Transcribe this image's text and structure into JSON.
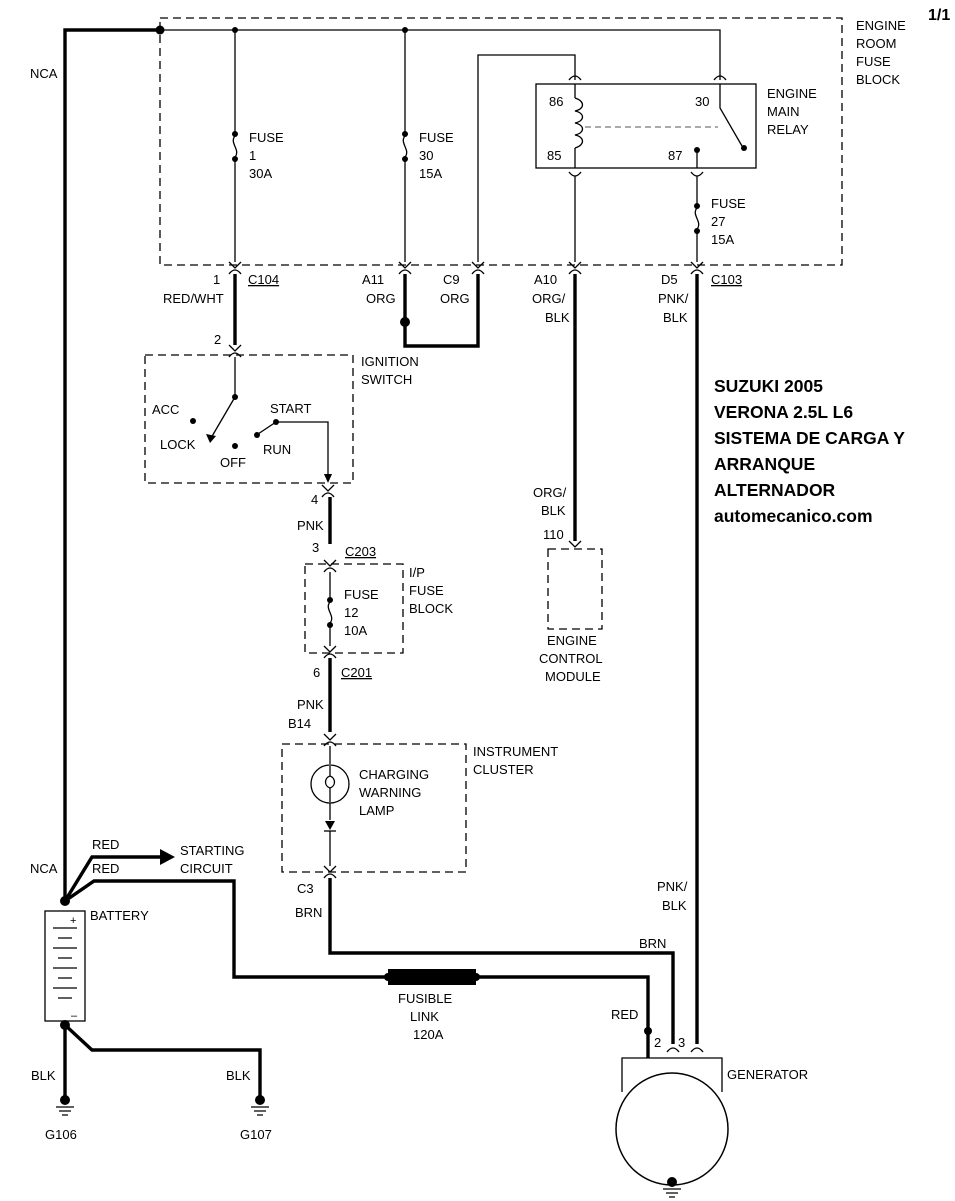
{
  "page": "1/1",
  "title_lines": [
    "SUZUKI 2005",
    "VERONA 2.5L L6",
    "SISTEMA DE CARGA Y",
    "ARRANQUE",
    "ALTERNADOR",
    "automecanico.com"
  ],
  "engine_room_fuse_block": {
    "label": [
      "ENGINE",
      "ROOM",
      "FUSE",
      "BLOCK"
    ]
  },
  "fuses": {
    "fuse1": [
      "FUSE",
      "1",
      "30A"
    ],
    "fuse30": [
      "FUSE",
      "30",
      "15A"
    ],
    "fuse27": [
      "FUSE",
      "27",
      "15A"
    ],
    "fuse12": [
      "FUSE",
      "12",
      "10A"
    ]
  },
  "relay": {
    "label": [
      "ENGINE",
      "MAIN",
      "RELAY"
    ],
    "pins": [
      "86",
      "85",
      "30",
      "87"
    ]
  },
  "connectors": {
    "c104": {
      "pin": "1",
      "name": "C104",
      "wire": "RED/WHT"
    },
    "a11": {
      "pin": "A11",
      "wire": "ORG"
    },
    "c9": {
      "pin": "C9",
      "wire": "ORG"
    },
    "a10": {
      "pin": "A10",
      "wire": [
        "ORG/",
        "BLK"
      ]
    },
    "d5": {
      "pin": "D5",
      "name": "C103",
      "wire": [
        "PNK/",
        "BLK"
      ]
    }
  },
  "ignition_switch": {
    "label": [
      "IGNITION",
      "SWITCH"
    ],
    "top_pin": "2",
    "bottom_pin": "4",
    "positions": [
      "ACC",
      "LOCK",
      "OFF",
      "START",
      "RUN"
    ]
  },
  "ip_fuse_block": {
    "label": [
      "I/P",
      "FUSE",
      "BLOCK"
    ],
    "pin_top": "3",
    "conn_top": "C203",
    "pin_bottom": "6",
    "conn_bottom": "C201"
  },
  "wire_pnk": "PNK",
  "wire_pnk2": "PNK",
  "ecm": {
    "wire": [
      "ORG/",
      "BLK"
    ],
    "pin": "110",
    "label": [
      "ENGINE",
      "CONTROL",
      "MODULE"
    ]
  },
  "instrument_cluster": {
    "label": [
      "INSTRUMENT",
      "CLUSTER"
    ],
    "pin_top": "B14",
    "pin_bottom": "C3",
    "wire_bottom": "BRN",
    "lamp": [
      "CHARGING",
      "WARNING",
      "LAMP"
    ]
  },
  "battery": {
    "label": "BATTERY",
    "plus": "+",
    "minus": "–"
  },
  "nca_top": "NCA",
  "nca_battery": "NCA",
  "starting_circuit": {
    "wire": "RED",
    "label": [
      "STARTING",
      "CIRCUIT"
    ]
  },
  "red_to_link": "RED",
  "fusible_link": [
    "FUSIBLE",
    "LINK",
    "120A"
  ],
  "generator": {
    "label": "GENERATOR",
    "pin2": "2",
    "pin3": "3",
    "wire_red": "RED",
    "wire_brn": "BRN",
    "wire_pnk": [
      "PNK/",
      "BLK"
    ]
  },
  "grounds": {
    "g106": {
      "wire": "BLK",
      "name": "G106"
    },
    "g107": {
      "wire": "BLK",
      "name": "G107"
    }
  }
}
